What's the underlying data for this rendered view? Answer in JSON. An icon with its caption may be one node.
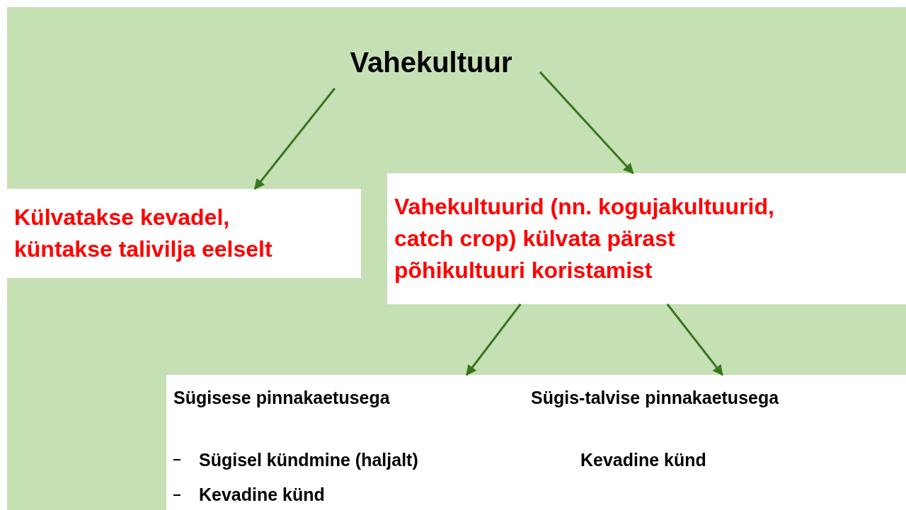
{
  "diagram": {
    "nodes": [
      {
        "text": [
          "Vahekultuur"
        ]
      },
      {
        "text": [
          "Külvatakse kevadel, küntakse talivilja eelselt"
        ]
      },
      {
        "text": [
          "Vahekultuurid (nn. kogujakultuurid, catch crop) külvata pärast põhikultuuri koristamist"
        ]
      },
      {
        "text": [
          "Sügisese pinnakaetusega",
          "Sügisel kündmine (haljalt)",
          "Kevadine künd"
        ]
      },
      {
        "text": [
          "Sügis-talvise pinnakaetusega",
          "Kevadine künd"
        ]
      }
    ],
    "edges": [
      {
        "from": 0,
        "to": 1,
        "arrow": "to"
      },
      {
        "from": 0,
        "to": 2,
        "arrow": "to"
      },
      {
        "from": 2,
        "to": 3,
        "arrow": "to"
      },
      {
        "from": 2,
        "to": 4,
        "arrow": "to"
      }
    ]
  }
}
